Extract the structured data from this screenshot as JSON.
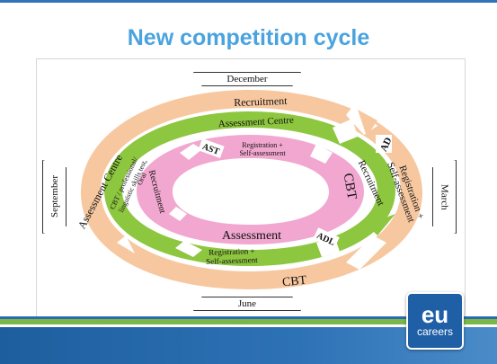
{
  "slide": {
    "title": "New competition cycle"
  },
  "months": {
    "top": "December",
    "bottom": "June",
    "left": "September",
    "right": "March"
  },
  "outer_ring": {
    "recruitment": "Recruitment",
    "assessment_centre": "Assessment Centre",
    "registration": "Registration +",
    "self_assessment": "Self-assessment",
    "cbt": "CBT"
  },
  "middle_ring": {
    "assessment_centre": "Assessment Centre",
    "recruitment": "Recruitment",
    "registration": "Registration +",
    "self_assessment": "Self-assessment",
    "left_line1": "CBT / professional/",
    "left_line2": "linguistic skills test,",
    "left_line3": "Oral",
    "badge_ad": "AD",
    "badge_adl": "ADL"
  },
  "inner_ring": {
    "registration": "Registration +",
    "self_assessment": "Self-assessment",
    "cbt": "CBT",
    "assessment": "Assessment",
    "recruitment": "Recruitment",
    "badge_ast": "AST"
  },
  "logo": {
    "primary": "eu",
    "secondary": "careers"
  },
  "colors": {
    "title": "#4aa3df",
    "outer_ring": "#f7c8a0",
    "middle_ring": "#8dc63f",
    "inner_ring": "#f1a7cf",
    "footer": "#1d5e9e",
    "accent_green": "#7ab648"
  }
}
